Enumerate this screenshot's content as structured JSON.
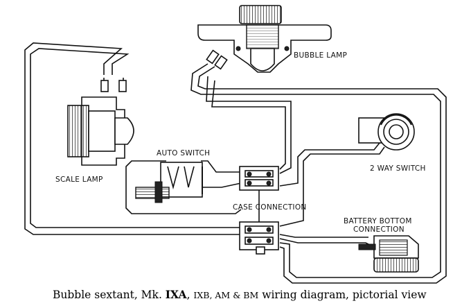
{
  "labels": {
    "bubble_lamp": "BUBBLE LAMP",
    "auto_switch": "AUTO SWITCH",
    "scale_lamp": "SCALE LAMP",
    "two_way_switch": "2 WAY SWITCH",
    "case_connection": "CASE CONNECTION",
    "battery_line1": "BATTERY BOTTOM",
    "battery_line2": "CONNECTION"
  },
  "caption": {
    "part1": "Bubble sextant, Mk. ",
    "part2": "IXA",
    "part3": ", ",
    "part4": "IXB, AM & BM",
    "part5": " wiring diagram, pictorial view"
  },
  "icons": [
    "hatch-pattern",
    "knurled-knob",
    "terminal-block",
    "bulb",
    "toggle-switch"
  ],
  "colors": {
    "ink": "#111111",
    "paper": "#ffffff"
  }
}
